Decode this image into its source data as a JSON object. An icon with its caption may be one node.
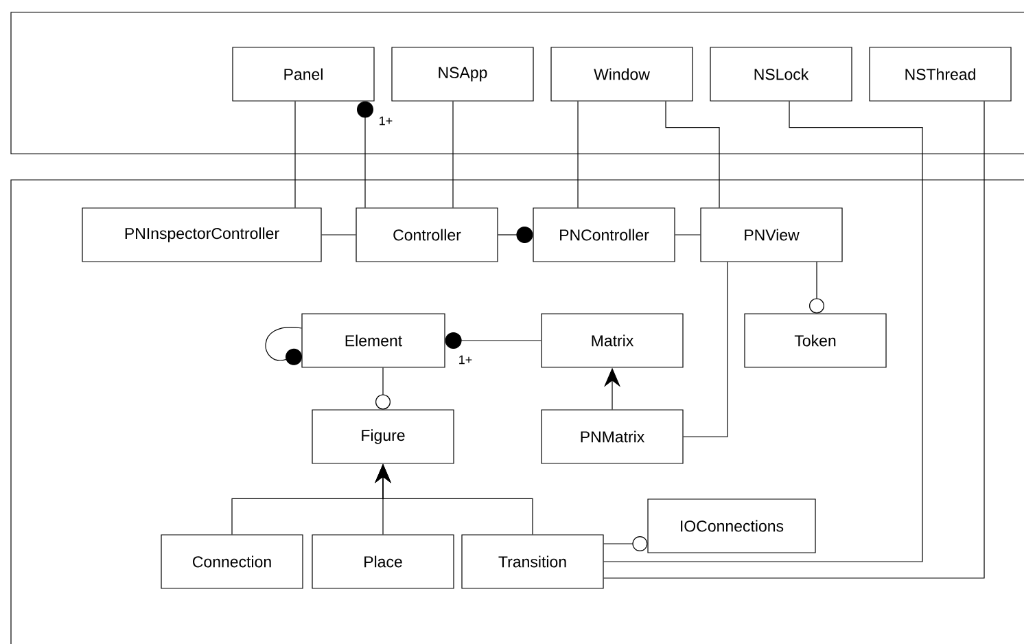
{
  "diagram": {
    "nodes": [
      {
        "text": [],
        "shape": "band"
      },
      {
        "text": [],
        "shape": "band"
      },
      {
        "text": [
          "Panel"
        ],
        "in": 0
      },
      {
        "text": [
          "NSApp"
        ],
        "in": 0
      },
      {
        "text": [
          "Window"
        ],
        "in": 0
      },
      {
        "text": [
          "NSLock"
        ],
        "in": 0
      },
      {
        "text": [
          "NSThread"
        ],
        "in": 0
      },
      {
        "text": [
          "PNInspectorController"
        ],
        "in": 1
      },
      {
        "text": [
          "Controller"
        ],
        "in": 1
      },
      {
        "text": [
          "PNController"
        ],
        "in": 1
      },
      {
        "text": [
          "PNView"
        ],
        "in": 1
      },
      {
        "text": [
          "Element"
        ],
        "in": 1
      },
      {
        "text": [
          "Matrix"
        ],
        "in": 1
      },
      {
        "text": [
          "Token"
        ],
        "in": 1
      },
      {
        "text": [
          "Figure"
        ],
        "in": 1
      },
      {
        "text": [
          "PNMatrix"
        ],
        "in": 1
      },
      {
        "text": [
          "Connection"
        ],
        "in": 1
      },
      {
        "text": [
          "Place"
        ],
        "in": 1
      },
      {
        "text": [
          "Transition"
        ],
        "in": 1
      },
      {
        "text": [
          "IOConnections"
        ],
        "in": 1
      }
    ],
    "edges": [
      {
        "from": 2,
        "to": 7,
        "arrow": "none"
      },
      {
        "from": 8,
        "to": 2,
        "arrow": "other",
        "label": "1+"
      },
      {
        "from": 3,
        "to": 8,
        "arrow": "none"
      },
      {
        "from": 4,
        "to": 9,
        "arrow": "none"
      },
      {
        "from": 4,
        "to": 10,
        "arrow": "none"
      },
      {
        "from": 5,
        "to": 18,
        "arrow": "none"
      },
      {
        "from": 6,
        "to": 18,
        "arrow": "none"
      },
      {
        "from": 7,
        "to": 8,
        "arrow": "none"
      },
      {
        "from": 8,
        "to": 9,
        "arrow": "other"
      },
      {
        "from": 9,
        "to": 10,
        "arrow": "none"
      },
      {
        "from": 10,
        "to": 13,
        "arrow": "other"
      },
      {
        "from": 10,
        "to": 15,
        "arrow": "none"
      },
      {
        "from": 11,
        "to": 11,
        "arrow": "other"
      },
      {
        "from": 12,
        "to": 11,
        "arrow": "other",
        "label": "1+"
      },
      {
        "from": 11,
        "to": 14,
        "arrow": "other"
      },
      {
        "from": 15,
        "to": 12,
        "arrow": "to"
      },
      {
        "from": 16,
        "to": 14,
        "arrow": "to"
      },
      {
        "from": 17,
        "to": 14,
        "arrow": "to"
      },
      {
        "from": 18,
        "to": 14,
        "arrow": "to"
      },
      {
        "from": 18,
        "to": 19,
        "arrow": "other"
      }
    ]
  }
}
